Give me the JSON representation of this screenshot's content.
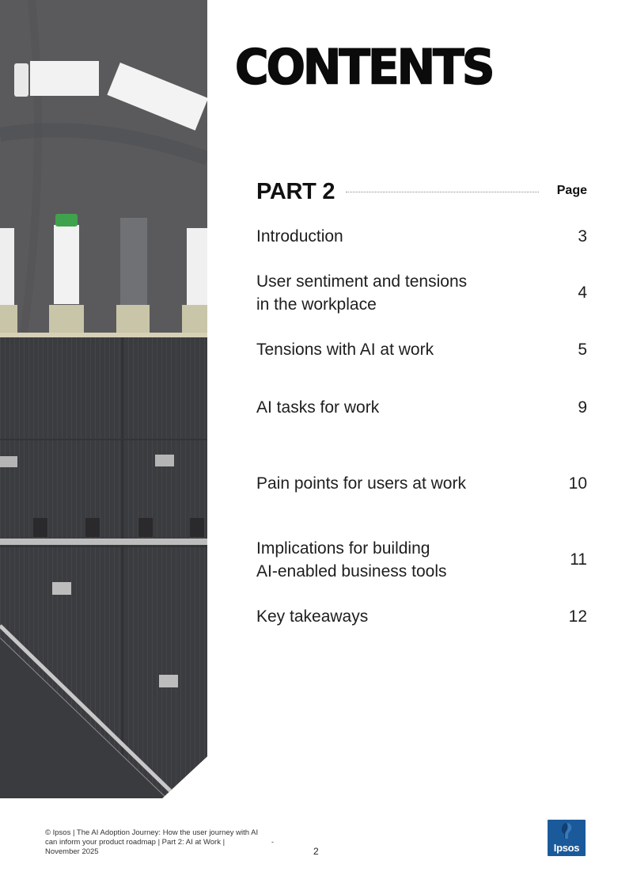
{
  "title": "CONTENTS",
  "toc": {
    "part_label": "PART 2",
    "page_column_label": "Page",
    "items": [
      {
        "text": "Introduction",
        "page": "3"
      },
      {
        "text": "User sentiment and tensions\nin the workplace",
        "page": "4"
      },
      {
        "text": "Tensions with AI at work",
        "page": "5"
      },
      {
        "text": "AI tasks for work",
        "page": "9"
      },
      {
        "text": "Pain points for users at work",
        "page": "10"
      },
      {
        "text": "Implications for building\nAI-enabled business tools",
        "page": "11"
      },
      {
        "text": "Key takeaways",
        "page": "12"
      }
    ]
  },
  "footer": {
    "text": "© Ipsos | The AI Adoption Journey: How the user journey with AI\ncan inform your product roadmap  | Part 2: AI at Work |\nNovember 2025",
    "dot": "-",
    "page_number": "2"
  },
  "logo": {
    "text": "Ipsos",
    "color": "#1a5a9a"
  }
}
